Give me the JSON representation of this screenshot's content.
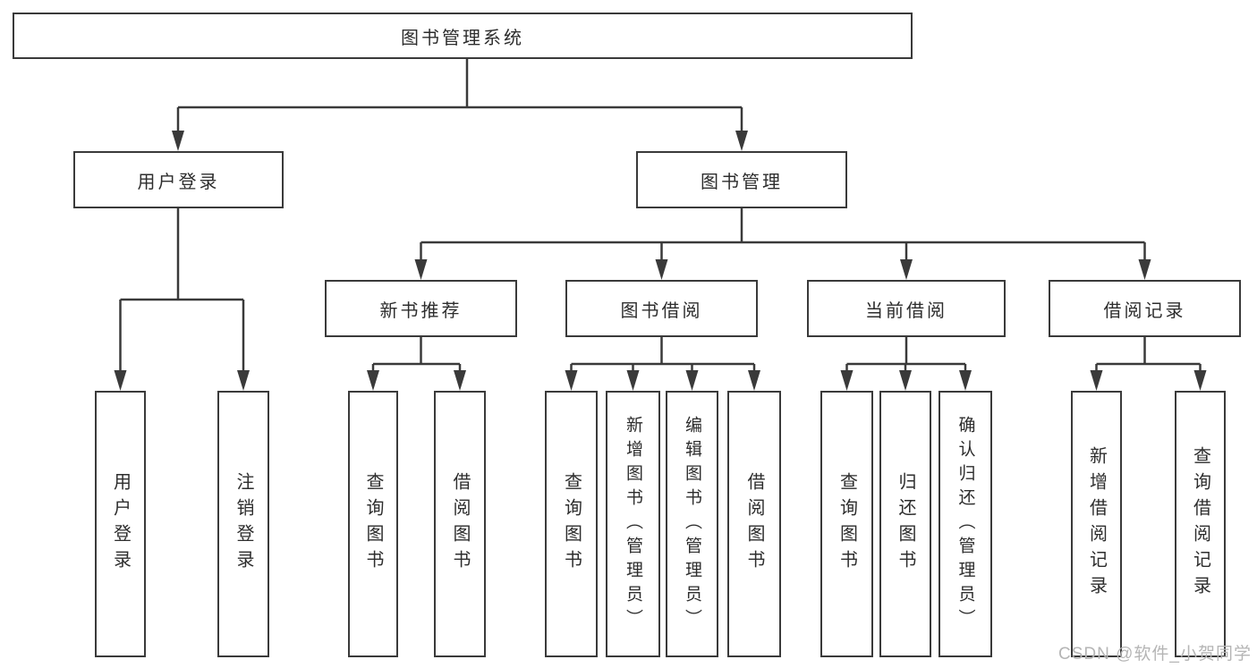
{
  "colors": {
    "line": "#3a3a3a",
    "text": "#2d2d2d",
    "watermark": "#b5b5b5",
    "background": "#ffffff"
  },
  "tree": {
    "root": "图书管理系统",
    "branches": [
      {
        "label": "用户登录",
        "leaves": [
          "用户登录",
          "注销登录"
        ]
      },
      {
        "label": "图书管理",
        "groups": [
          {
            "label": "新书推荐",
            "leaves": [
              "查询图书",
              "借阅图书"
            ]
          },
          {
            "label": "图书借阅",
            "leaves": [
              "查询图书",
              "新增图书（管理员）",
              "编辑图书（管理员）",
              "借阅图书"
            ]
          },
          {
            "label": "当前借阅",
            "leaves": [
              "查询图书",
              "归还图书",
              "确认归还（管理员）"
            ]
          },
          {
            "label": "借阅记录",
            "leaves": [
              "新增借阅记录",
              "查询借阅记录"
            ]
          }
        ]
      }
    ]
  },
  "watermark": {
    "text": "CSDN @软件_小贺同学"
  }
}
